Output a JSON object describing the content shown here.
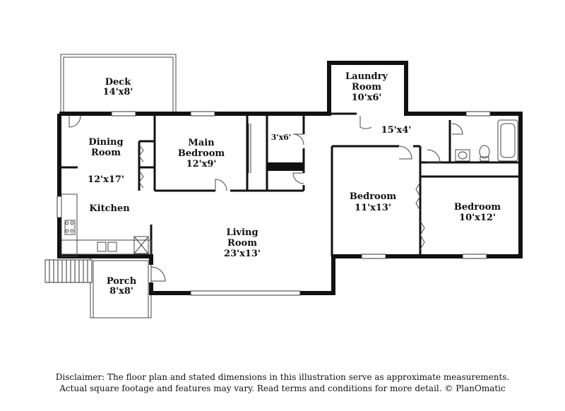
{
  "rooms": {
    "deck": {
      "name": "Deck",
      "dim": "14'x8'"
    },
    "laundry": {
      "name1": "Laundry",
      "name2": "Room",
      "dim": "10'x6'"
    },
    "dining": {
      "name1": "Dining",
      "name2": "Room",
      "dim": "12'x17'"
    },
    "main_bedroom": {
      "name1": "Main",
      "name2": "Bedroom",
      "dim": "12'x9'"
    },
    "closet": {
      "dim": "3'x6'"
    },
    "hall": {
      "dim": "15'x4'"
    },
    "kitchen": {
      "name": "Kitchen"
    },
    "bedroom2": {
      "name": "Bedroom",
      "dim": "11'x13'"
    },
    "bedroom3": {
      "name": "Bedroom",
      "dim": "10'x12'"
    },
    "living": {
      "name1": "Living",
      "name2": "Room",
      "dim": "23'x13'"
    },
    "porch": {
      "name": "Porch",
      "dim": "8'x8'"
    }
  },
  "disclaimer": {
    "line1": "Disclaimer: The floor plan and stated dimensions in this illustration serve as approximate measurements.",
    "line2": "Actual square footage and features may vary. Read terms and conditions for more detail. © PlanOmatic"
  }
}
